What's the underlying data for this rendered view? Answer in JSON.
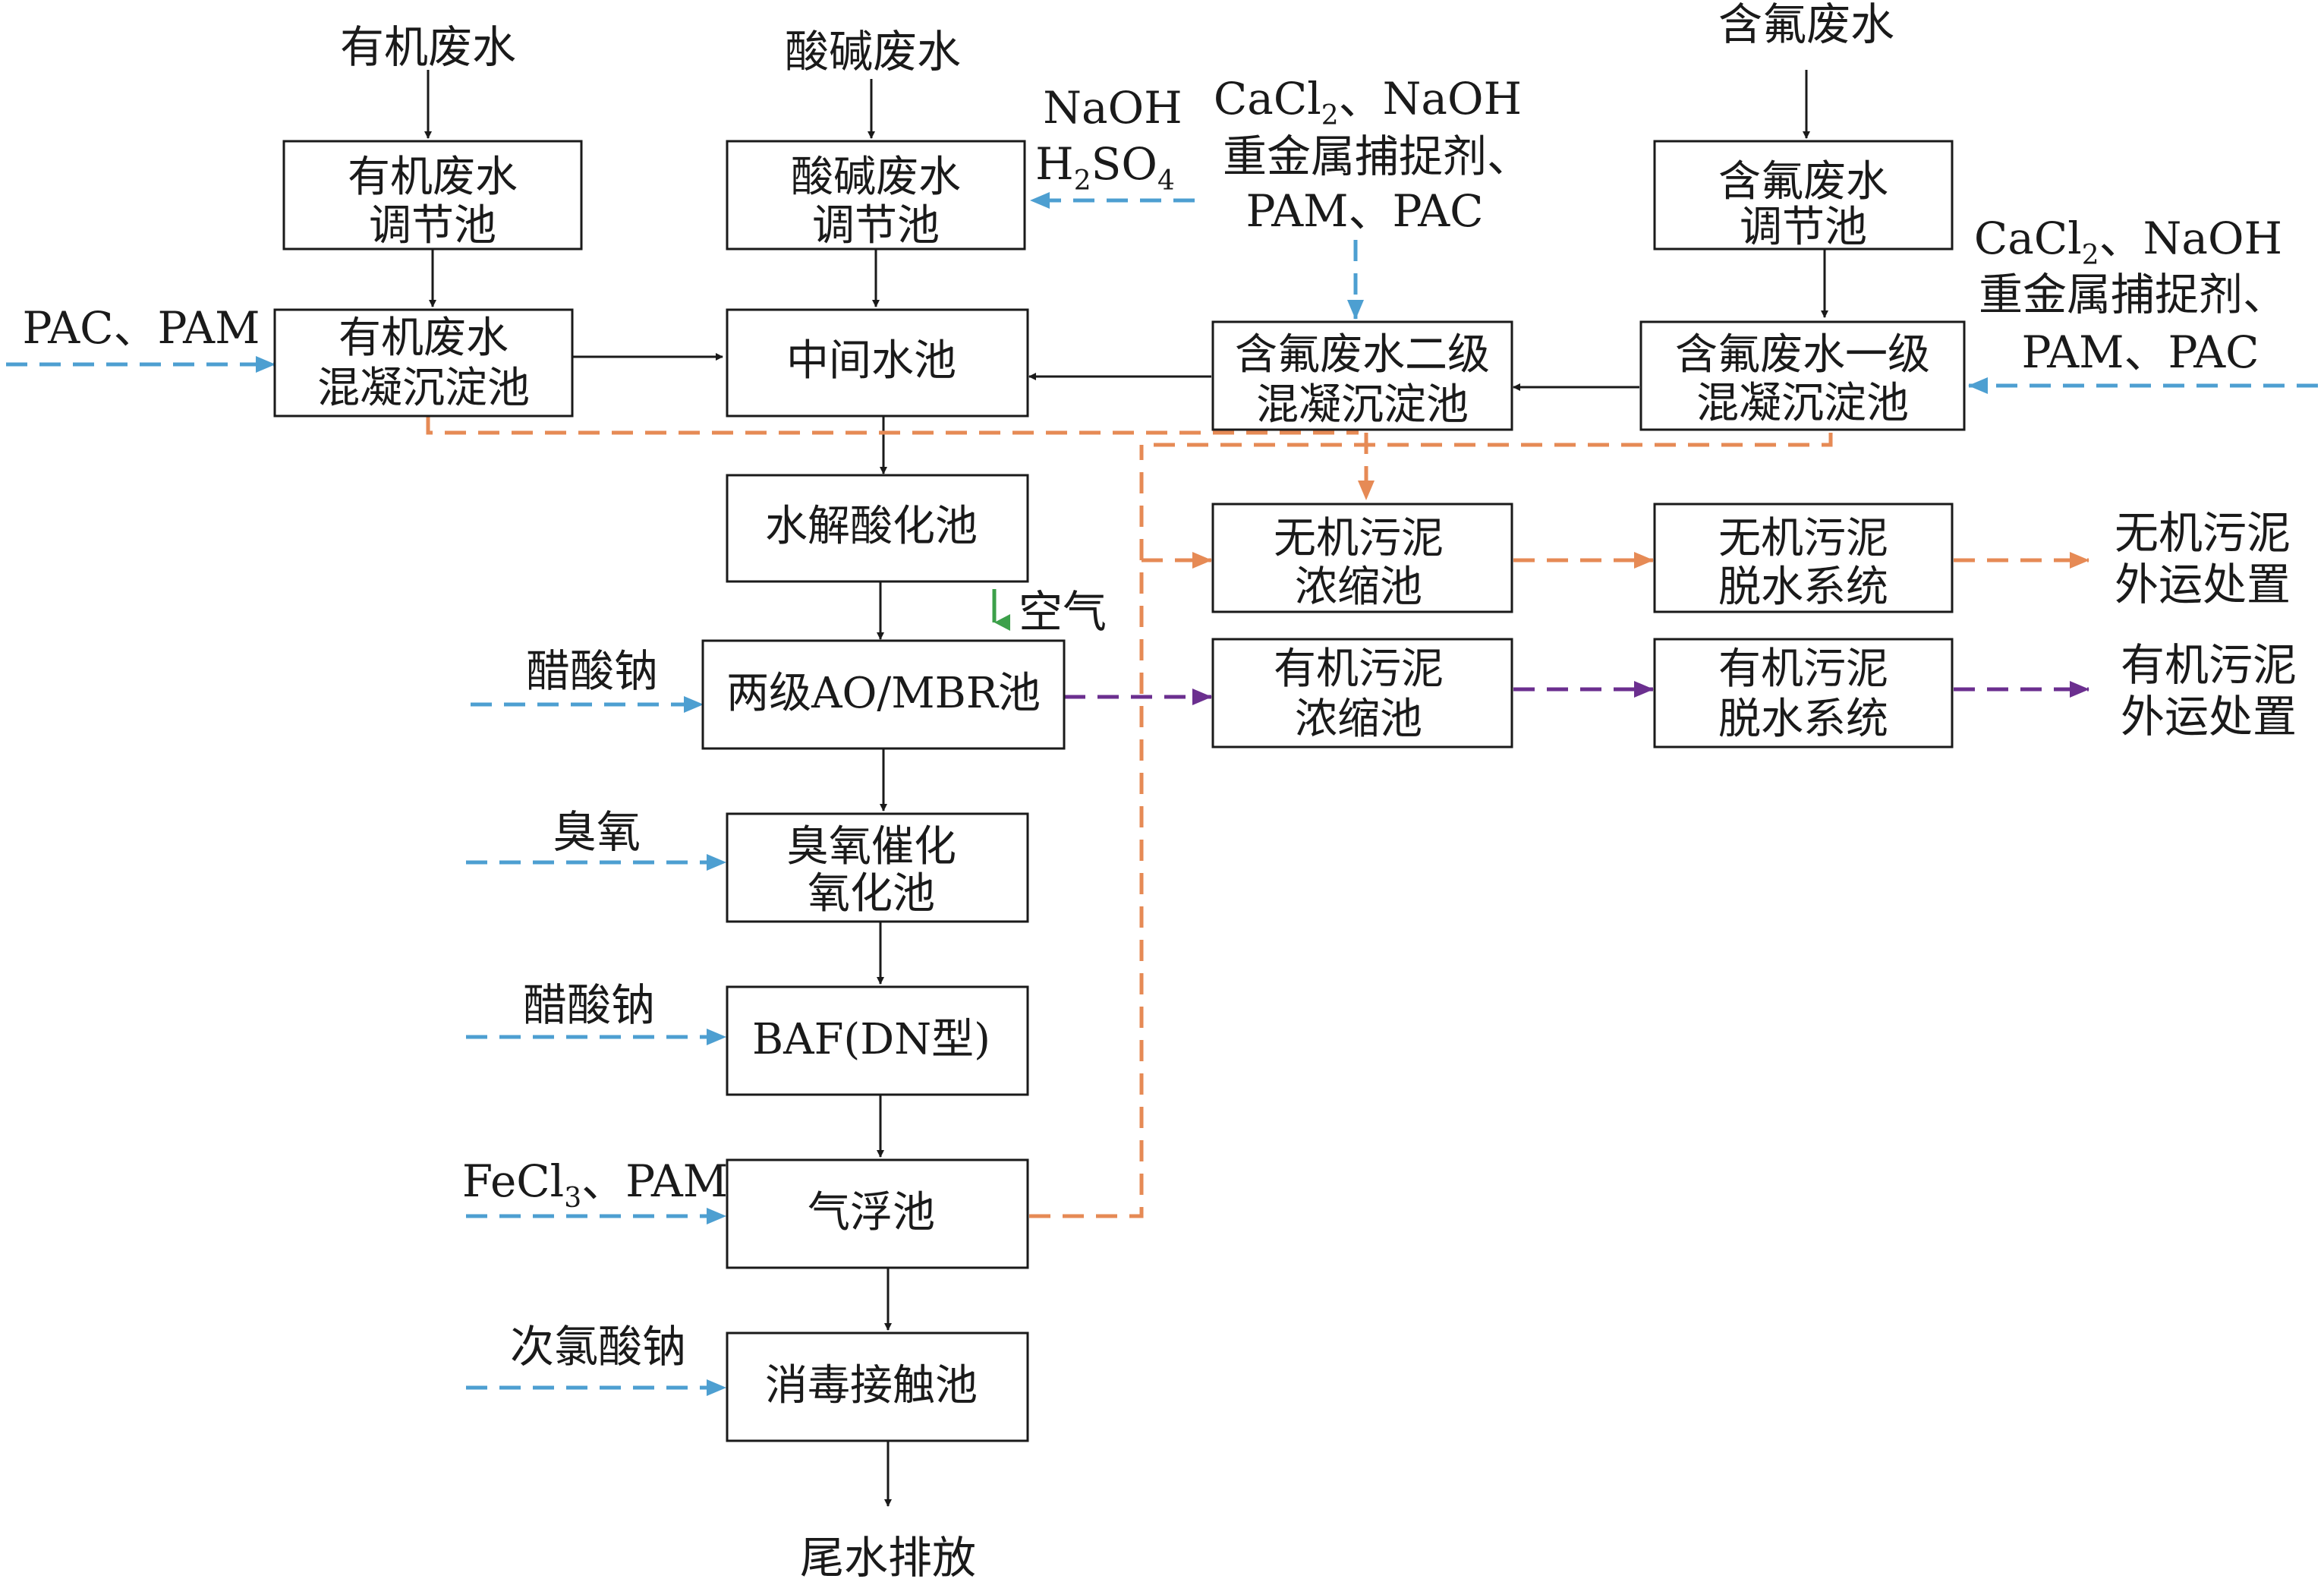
{
  "colors": {
    "process_flow": "#1a1a1a",
    "chemical_dosing": "#4d9fd1",
    "inorganic_sludge": "#e68a55",
    "organic_sludge": "#6b2f8f",
    "air": "#3ca04a"
  },
  "sources": {
    "organic": "有机废水",
    "acid_base": "酸碱废水",
    "fluoride": "含氟废水"
  },
  "boxes": {
    "organic_adj": [
      "有机废水",
      "调节池"
    ],
    "acid_base_adj": [
      "酸碱废水",
      "调节池"
    ],
    "fluoride_adj": [
      "含氟废水",
      "调节池"
    ],
    "organic_coag": [
      "有机废水",
      "混凝沉淀池"
    ],
    "intermediate": "中间水池",
    "fluoride_coag2": [
      "含氟废水二级",
      "混凝沉淀池"
    ],
    "fluoride_coag1": [
      "含氟废水一级",
      "混凝沉淀池"
    ],
    "hydrolysis": "水解酸化池",
    "ao_mbr": "两级AO/MBR池",
    "ozone": [
      "臭氧催化",
      "氧化池"
    ],
    "baf": "BAF(DN型)",
    "flotation": "气浮池",
    "disinfection": "消毒接触池",
    "inorg_thicken": [
      "无机污泥",
      "浓缩池"
    ],
    "inorg_dewater": [
      "无机污泥",
      "脱水系统"
    ],
    "org_thicken": [
      "有机污泥",
      "浓缩池"
    ],
    "org_dewater": [
      "有机污泥",
      "脱水系统"
    ]
  },
  "outputs": {
    "effluent": "尾水排放",
    "inorganic_disposal": [
      "无机污泥",
      "外运处置"
    ],
    "organic_disposal": [
      "有机污泥",
      "外运处置"
    ]
  },
  "reagents": {
    "naoh_h2so4": {
      "naoh": "NaOH",
      "h2so4": [
        "H",
        "2",
        "SO",
        "4"
      ]
    },
    "organic_coag": "PAC、PAM",
    "fluoride2": {
      "line1": [
        "CaCl",
        "2",
        "、NaOH"
      ],
      "line2": "重金属捕捉剂、",
      "line3": "PAM、PAC"
    },
    "fluoride1": {
      "line1": [
        "CaCl",
        "2",
        "、NaOH"
      ],
      "line2": "重金属捕捉剂、",
      "line3": "PAM、PAC"
    },
    "air": "空气",
    "ao_dose": "醋酸钠",
    "ozone_dose": "臭氧",
    "baf_dose": "醋酸钠",
    "flotation_dose": [
      "FeCl",
      "3",
      "、PAM"
    ],
    "disinfection_dose": "次氯酸钠"
  }
}
